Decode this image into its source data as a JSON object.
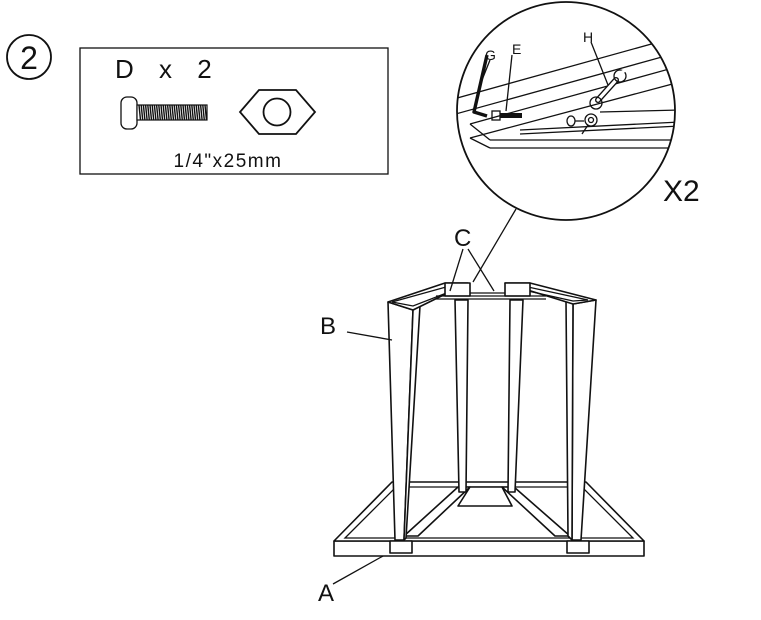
{
  "step": {
    "number": "2"
  },
  "parts_box": {
    "part_label": "D x 2",
    "size_label": "1/4\"x25mm",
    "icons": [
      "bolt-icon",
      "hex-nut-icon"
    ]
  },
  "detail": {
    "labels": {
      "g": "G",
      "e": "E",
      "h": "H"
    },
    "multiplier": "X2",
    "icons": [
      "allen-key-icon",
      "wrench-icon",
      "bolt-icon"
    ]
  },
  "assembly_labels": {
    "a": "A",
    "b": "B",
    "c": "C"
  },
  "colors": {
    "ink": "#111111",
    "background": "#ffffff"
  }
}
